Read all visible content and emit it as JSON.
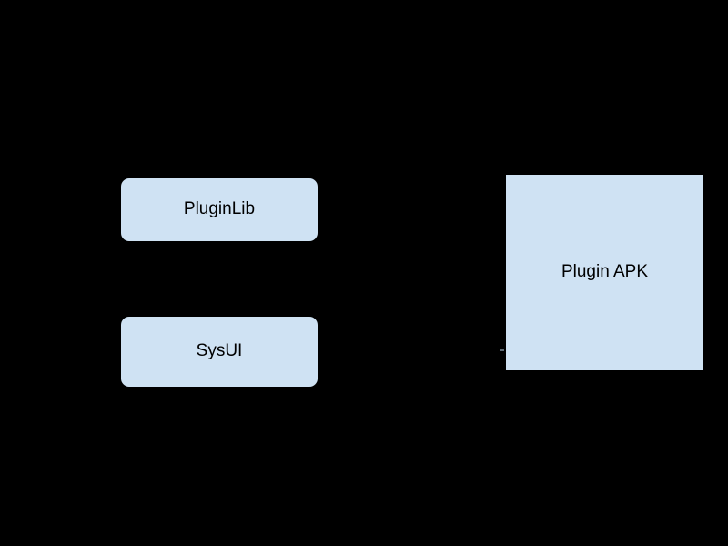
{
  "theme": {
    "background_color": "#000000",
    "node_fill_color": "#cfe2f3",
    "node_border_color": "#000000",
    "label_color": "#000000"
  },
  "diagram": {
    "nodes": [
      {
        "label": "PluginLib",
        "shape": "rounded-rectangle"
      },
      {
        "label": "SysUI",
        "shape": "rounded-rectangle"
      },
      {
        "label": "Plugin APK",
        "shape": "rectangle"
      }
    ]
  }
}
